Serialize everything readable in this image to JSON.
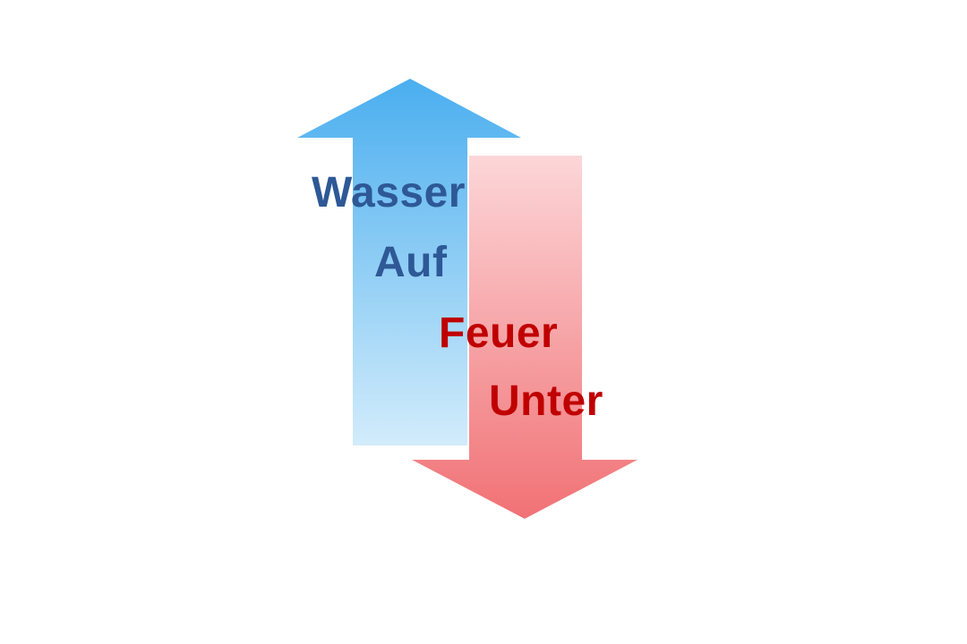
{
  "diagram": {
    "up_arrow": {
      "direction": "up",
      "color_top": "#4aaeef",
      "color_bottom": "#d2ecfb"
    },
    "down_arrow": {
      "direction": "down",
      "color_top": "#fcd4d6",
      "color_bottom": "#f06a6e"
    },
    "labels": [
      {
        "text": "Wasser",
        "color": "#2e5896"
      },
      {
        "text": "Auf",
        "color": "#2e5896"
      },
      {
        "text": "Feuer",
        "color": "#c00000"
      },
      {
        "text": "Unter",
        "color": "#c00000"
      }
    ]
  }
}
